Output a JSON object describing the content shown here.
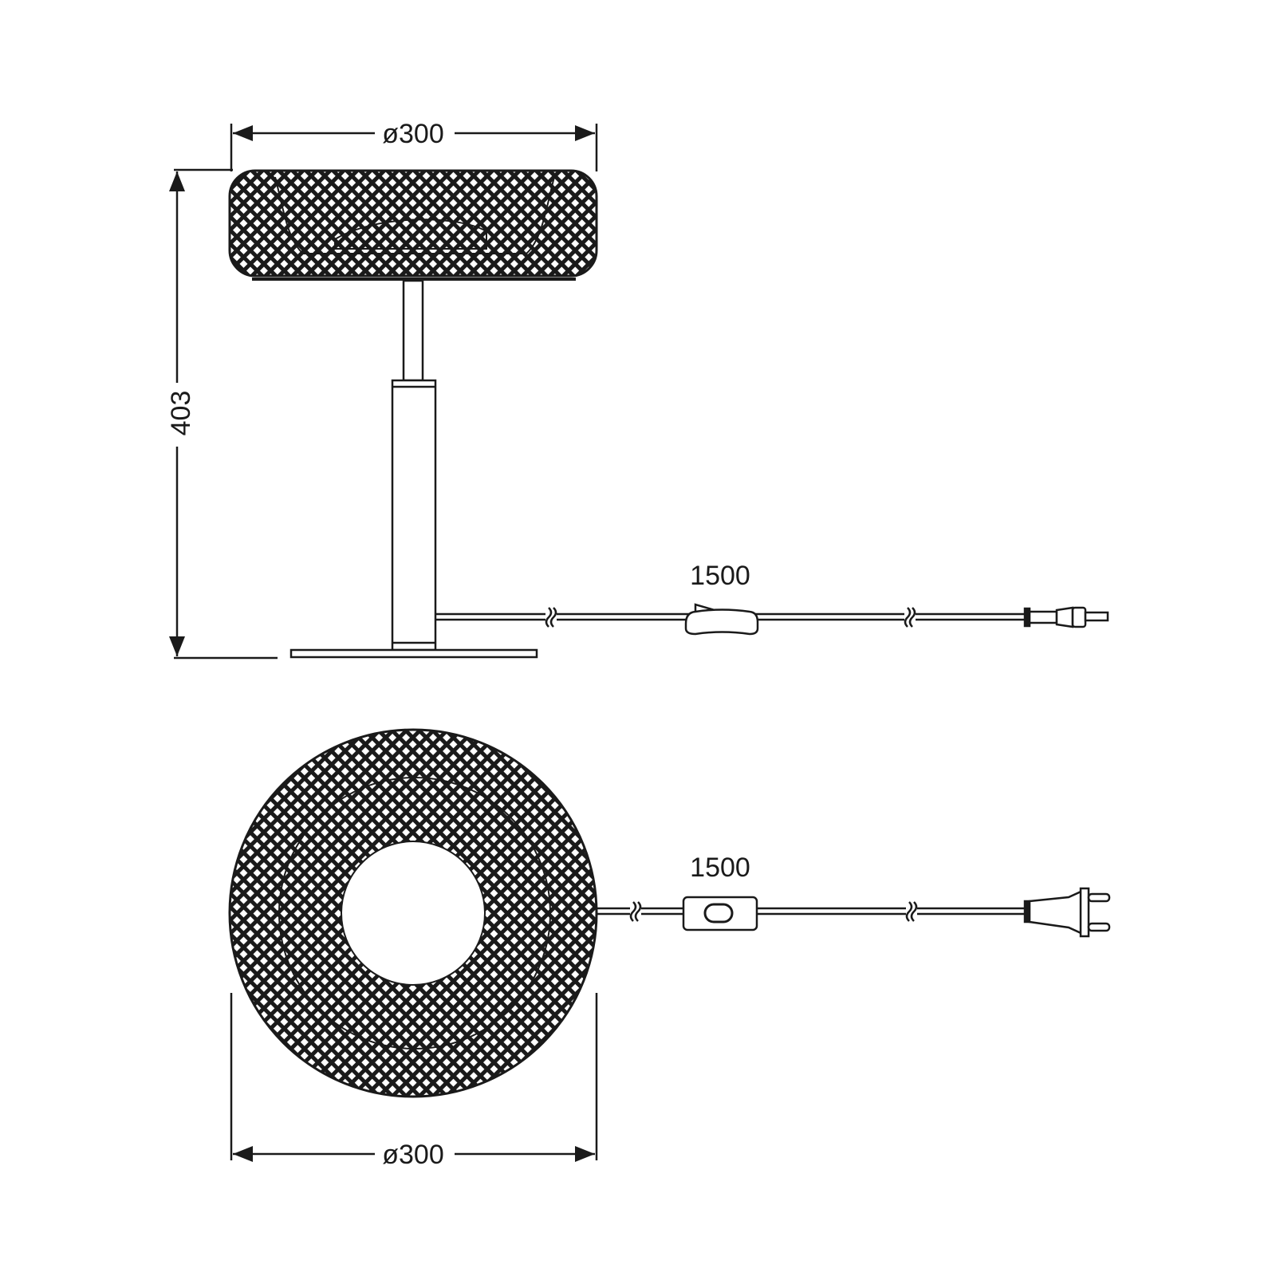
{
  "colors": {
    "ink": "#1a1a1a",
    "background": "#ffffff"
  },
  "side_view": {
    "shade_diameter_label": "ø300",
    "height_label": "403",
    "cable_length_label": "1500",
    "switch_type": "rocker-switch",
    "plug_type": "euro-plug"
  },
  "top_view": {
    "base_diameter_label": "ø300",
    "cable_length_label": "1500",
    "switch_type": "slide-switch",
    "plug_type": "euro-plug"
  }
}
